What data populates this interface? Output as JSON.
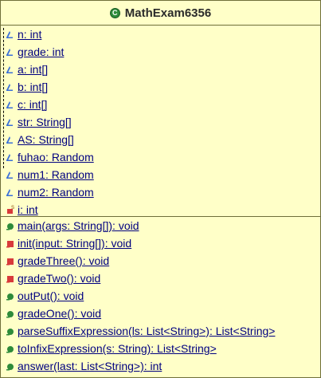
{
  "class": {
    "name": "MathExam6356",
    "icon": "class-icon"
  },
  "fields": [
    {
      "label": "n: int",
      "icon": "package-field-icon"
    },
    {
      "label": "grade: int",
      "icon": "package-field-icon"
    },
    {
      "label": "a: int[]",
      "icon": "package-field-icon"
    },
    {
      "label": "b: int[]",
      "icon": "package-field-icon"
    },
    {
      "label": "c: int[]",
      "icon": "package-field-icon"
    },
    {
      "label": "str: String[]",
      "icon": "package-field-icon"
    },
    {
      "label": "AS: String[]",
      "icon": "package-field-icon"
    },
    {
      "label": "fuhao: Random",
      "icon": "package-field-icon"
    },
    {
      "label": "num1: Random",
      "icon": "package-field-icon"
    },
    {
      "label": "num2: Random",
      "icon": "package-field-icon"
    },
    {
      "label": "i: int",
      "icon": "private-static-field-icon"
    }
  ],
  "methods": [
    {
      "label": "main(args: String[]): void",
      "icon": "public-method-icon"
    },
    {
      "label": "init(input: String[]): void",
      "icon": "private-method-icon"
    },
    {
      "label": "gradeThree(): void",
      "icon": "private-method-icon"
    },
    {
      "label": "gradeTwo(): void",
      "icon": "private-method-icon"
    },
    {
      "label": "outPut(): void",
      "icon": "public-method-icon"
    },
    {
      "label": "gradeOne(): void",
      "icon": "public-method-icon"
    },
    {
      "label": "parseSuffixExpression(ls: List<String>): List<String>",
      "icon": "public-method-icon"
    },
    {
      "label": "toInfixExpression(s: String): List<String>",
      "icon": "public-method-icon"
    },
    {
      "label": "answer(last: List<String>): int",
      "icon": "public-method-icon"
    }
  ],
  "colors": {
    "background": "#ffffc8",
    "border": "#6f6f3a",
    "text": "#000080",
    "public": "#2e8b3a",
    "private": "#d83a3a",
    "field": "#3a6fd8"
  }
}
